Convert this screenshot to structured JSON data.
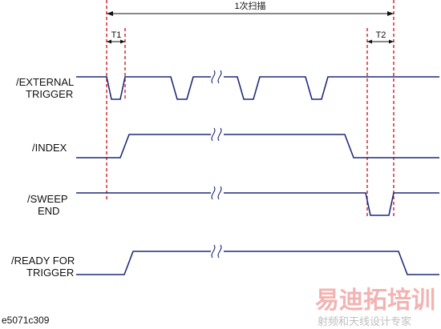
{
  "sweep": {
    "label": "1次扫描"
  },
  "intervals": {
    "t1": "T1",
    "t2": "T2"
  },
  "signals": {
    "external_trigger": {
      "line1": "/EXTERNAL",
      "line2": "TRIGGER"
    },
    "index": {
      "line1": "/INDEX"
    },
    "sweep_end": {
      "line1": "/SWEEP",
      "line2": "END"
    },
    "ready_for_trigger": {
      "line1": "/READY FOR",
      "line2": "TRIGGER"
    }
  },
  "figure_id": "e5071c309",
  "watermark": {
    "main": "易迪拓培训",
    "sub": "射频和天线设计专家"
  },
  "colors": {
    "signal": "#1f2a7a",
    "marker": "#d9191f",
    "watermark": "#f3b3b3"
  }
}
